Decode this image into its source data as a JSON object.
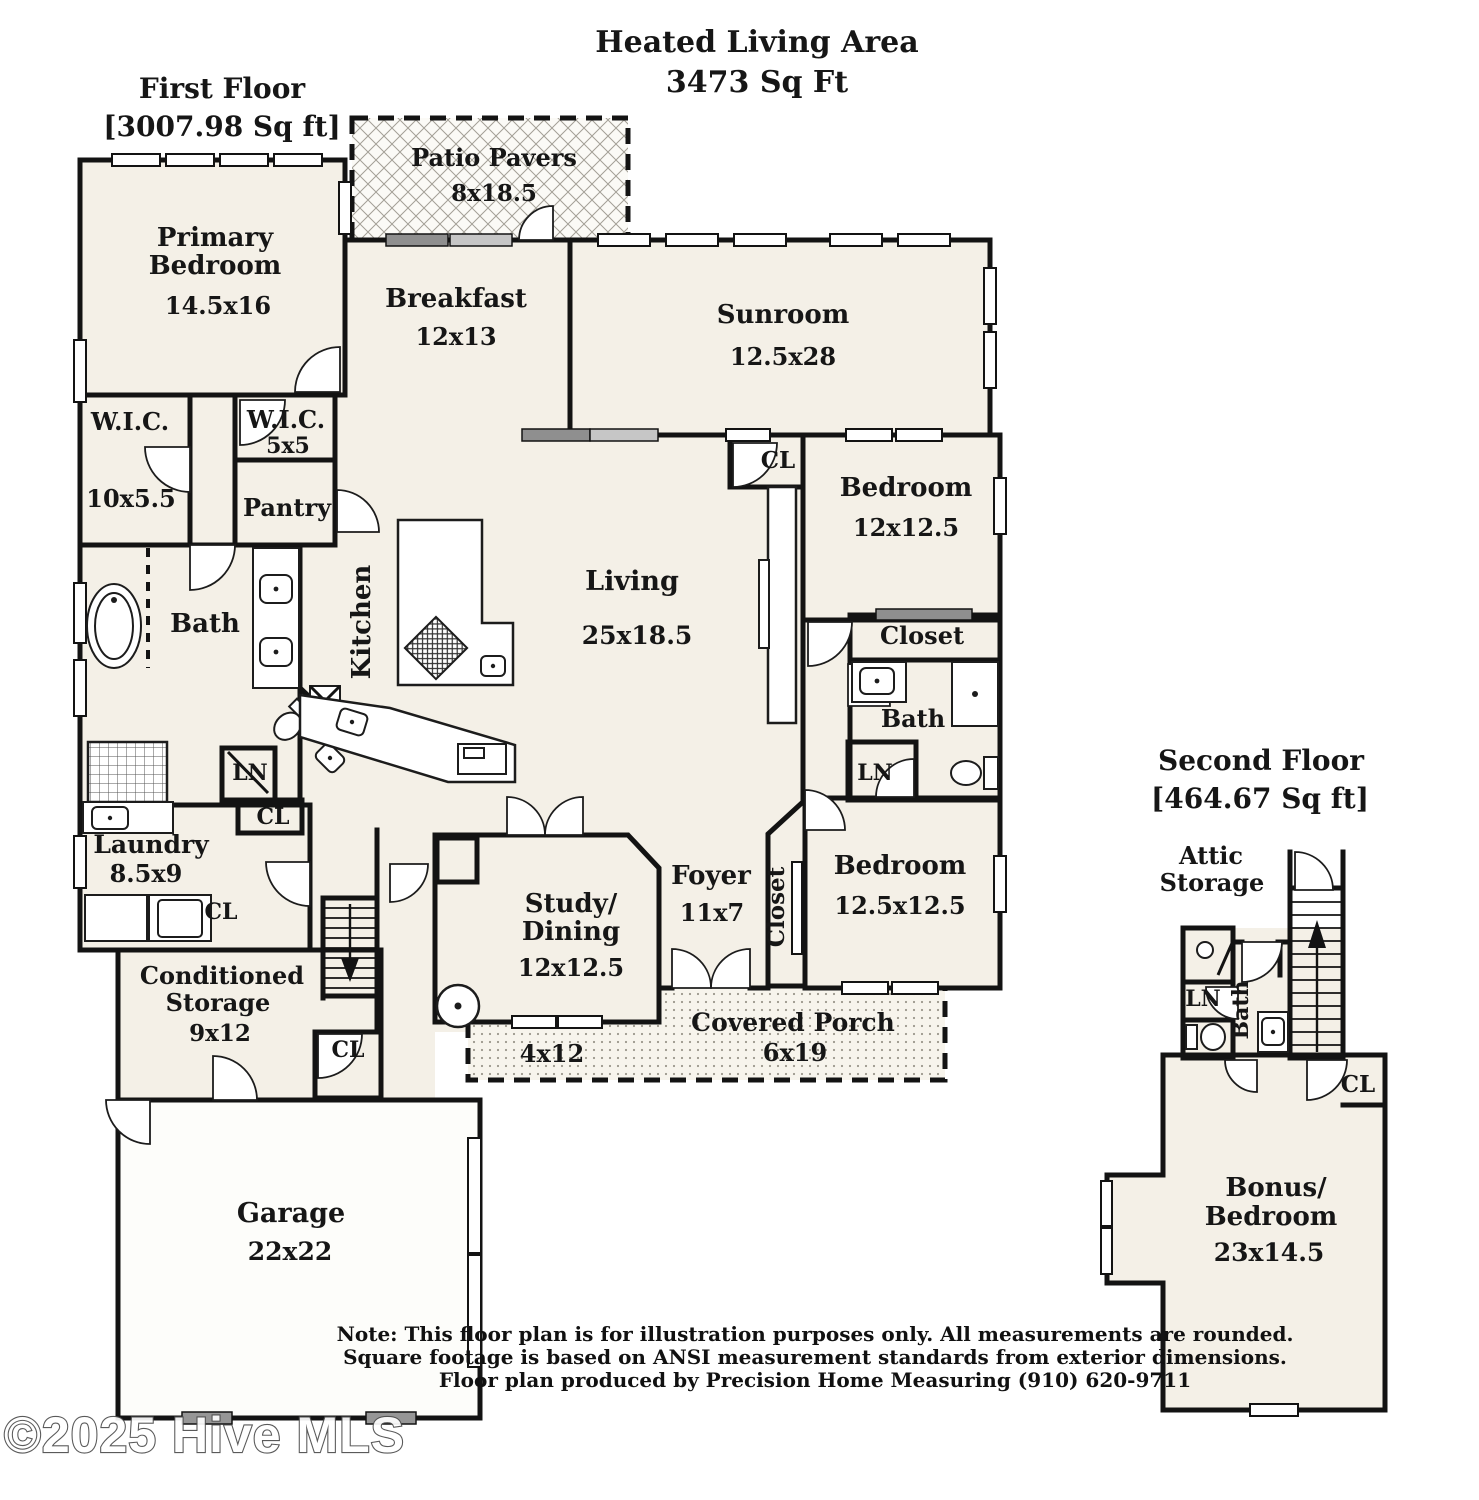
{
  "title": {
    "line1": "Heated Living Area",
    "line2": "3473 Sq Ft"
  },
  "first_floor": {
    "heading": "First Floor",
    "area": "[3007.98 Sq ft]",
    "rooms": {
      "primary_bedroom": {
        "line1": "Primary",
        "line2": "Bedroom",
        "dims": "14.5x16"
      },
      "patio_pavers": {
        "line1": "Patio Pavers",
        "dims": "8x18.5"
      },
      "breakfast": {
        "line1": "Breakfast",
        "dims": "12x13"
      },
      "sunroom": {
        "line1": "Sunroom",
        "dims": "12.5x28"
      },
      "wic_primary": {
        "line1": "W.I.C.",
        "dims": "10x5.5"
      },
      "wic_hall": {
        "line1": "W.I.C.",
        "dims": "5x5"
      },
      "pantry": {
        "line1": "Pantry"
      },
      "bath_primary": {
        "line1": "Bath"
      },
      "kitchen": {
        "line1": "Kitchen"
      },
      "living": {
        "line1": "Living",
        "dims": "25x18.5"
      },
      "closet_living": {
        "line1": "CL"
      },
      "bedroom_right": {
        "line1": "Bedroom",
        "dims": "12x12.5"
      },
      "closet_bedroom_right": {
        "line1": "Closet"
      },
      "bath_guest": {
        "line1": "Bath"
      },
      "linen_bath_guest": {
        "line1": "LN"
      },
      "bedroom_front": {
        "line1": "Bedroom",
        "dims": "12.5x12.5"
      },
      "closet_bedroom_front": {
        "line1": "Closet"
      },
      "foyer": {
        "line1": "Foyer",
        "dims": "11x7"
      },
      "study_dining": {
        "line1": "Study/",
        "line2": "Dining",
        "dims": "12x12.5"
      },
      "covered_porch": {
        "line1": "Covered Porch",
        "dims": "6x19"
      },
      "side_porch": {
        "dims": "4x12"
      },
      "laundry": {
        "line1": "Laundry",
        "dims": "8.5x9"
      },
      "linen_hall": {
        "line1": "LN"
      },
      "closet_hall": {
        "line1": "CL"
      },
      "closet_laundry": {
        "line1": "CL"
      },
      "conditioned_storage": {
        "line1": "Conditioned",
        "line2": "Storage",
        "dims": "9x12"
      },
      "closet_storage": {
        "line1": "CL"
      },
      "garage": {
        "line1": "Garage",
        "dims": "22x22"
      }
    }
  },
  "second_floor": {
    "heading": "Second Floor",
    "area": "[464.67 Sq ft]",
    "rooms": {
      "attic_storage": {
        "line1": "Attic",
        "line2": "Storage"
      },
      "linen": {
        "line1": "LN"
      },
      "bath": {
        "line1": "Bath"
      },
      "closet": {
        "line1": "CL"
      },
      "bonus_bedroom": {
        "line1": "Bonus/",
        "line2": "Bedroom",
        "dims": "23x14.5"
      }
    }
  },
  "note": {
    "line1": "Note: This floor plan is for illustration purposes only. All measurements are rounded.",
    "line2": "Square footage is based on ANSI measurement standards from exterior dimensions.",
    "line3": "Floor plan produced by Precision Home Measuring (910) 620-9711"
  },
  "watermark": "©2025 Hive MLS",
  "colors": {
    "room_fill": "#f4f0e7",
    "wall": "#131313",
    "background": "#ffffff",
    "window_gray": "#8f8f8f"
  }
}
